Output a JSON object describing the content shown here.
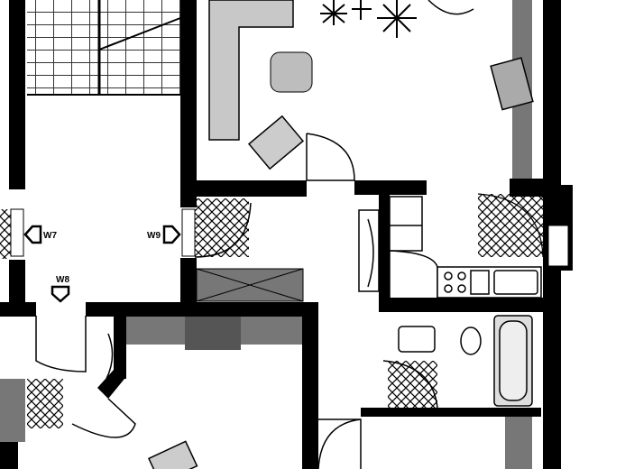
{
  "plan": {
    "labels": {
      "w7": "W7",
      "w8": "W8",
      "w9": "W9"
    },
    "colors": {
      "wall": "#000000",
      "gray": "#8a8a8a",
      "light": "#d0d0d0"
    }
  }
}
